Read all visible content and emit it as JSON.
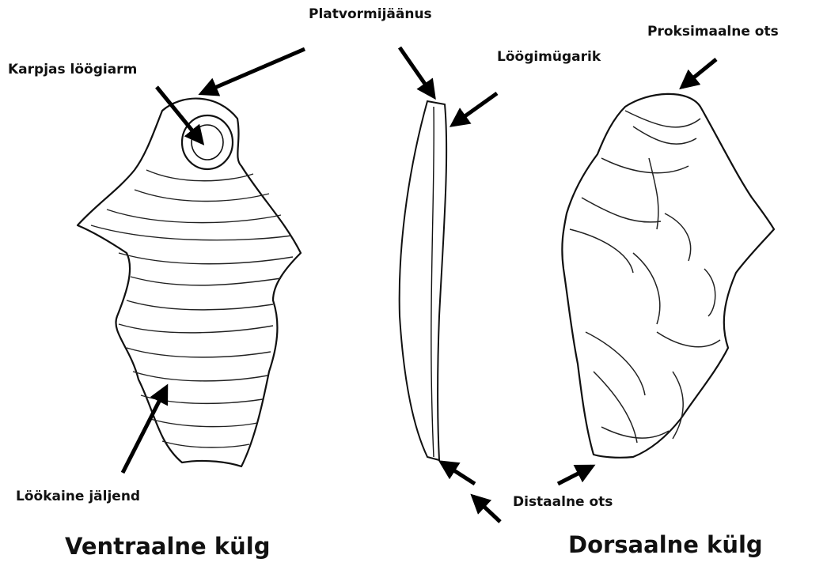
{
  "labels": {
    "platform_remnant": "Platvormijäänus",
    "bulb_of_percussion": "Löögimügarik",
    "proximal_end": "Proksimaalne ots",
    "bulbar_scar": "Karpjas löögiarm",
    "ripple_marks": "Löökaine jäljend",
    "distal_end": "Distaalne ots"
  },
  "views": {
    "ventral": "Ventraalne külg",
    "dorsal": "Dorsaalne külg"
  }
}
